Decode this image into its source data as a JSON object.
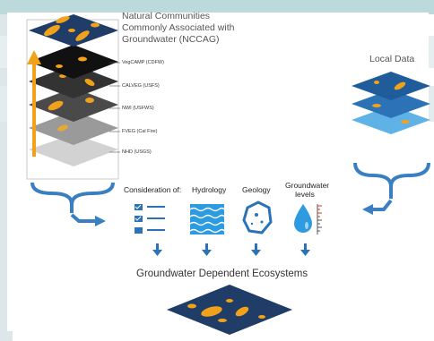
{
  "title": {
    "lines": [
      "Natural Communities",
      "Commonly Associated with",
      "Groundwater (NCCAG)"
    ]
  },
  "layers": [
    "VegCAMP (CDFW)",
    "CALVEG (USFS)",
    "NWI (USFWS)",
    "FVEG (Cal Fire)",
    "NHD (USGS)"
  ],
  "local_data": "Local Data",
  "considerations": {
    "label": "Consideration of:",
    "items": [
      "Hydrology",
      "Geology",
      "Groundwater levels"
    ]
  },
  "result": "Groundwater Dependent Ecosystems",
  "colors": {
    "navy": "#1f3d66",
    "blue_mid": "#2b73b6",
    "blue_light": "#4aa3df",
    "orange": "#f2a21a",
    "gray_dark": "#3e3e3e",
    "gray_mid": "#8c8c8c",
    "gray_light": "#cfcfcf",
    "water_blue": "#2e9be0"
  },
  "icons": [
    "checklist-icon",
    "water-waves-icon",
    "rock-icon",
    "water-drop-icon"
  ]
}
